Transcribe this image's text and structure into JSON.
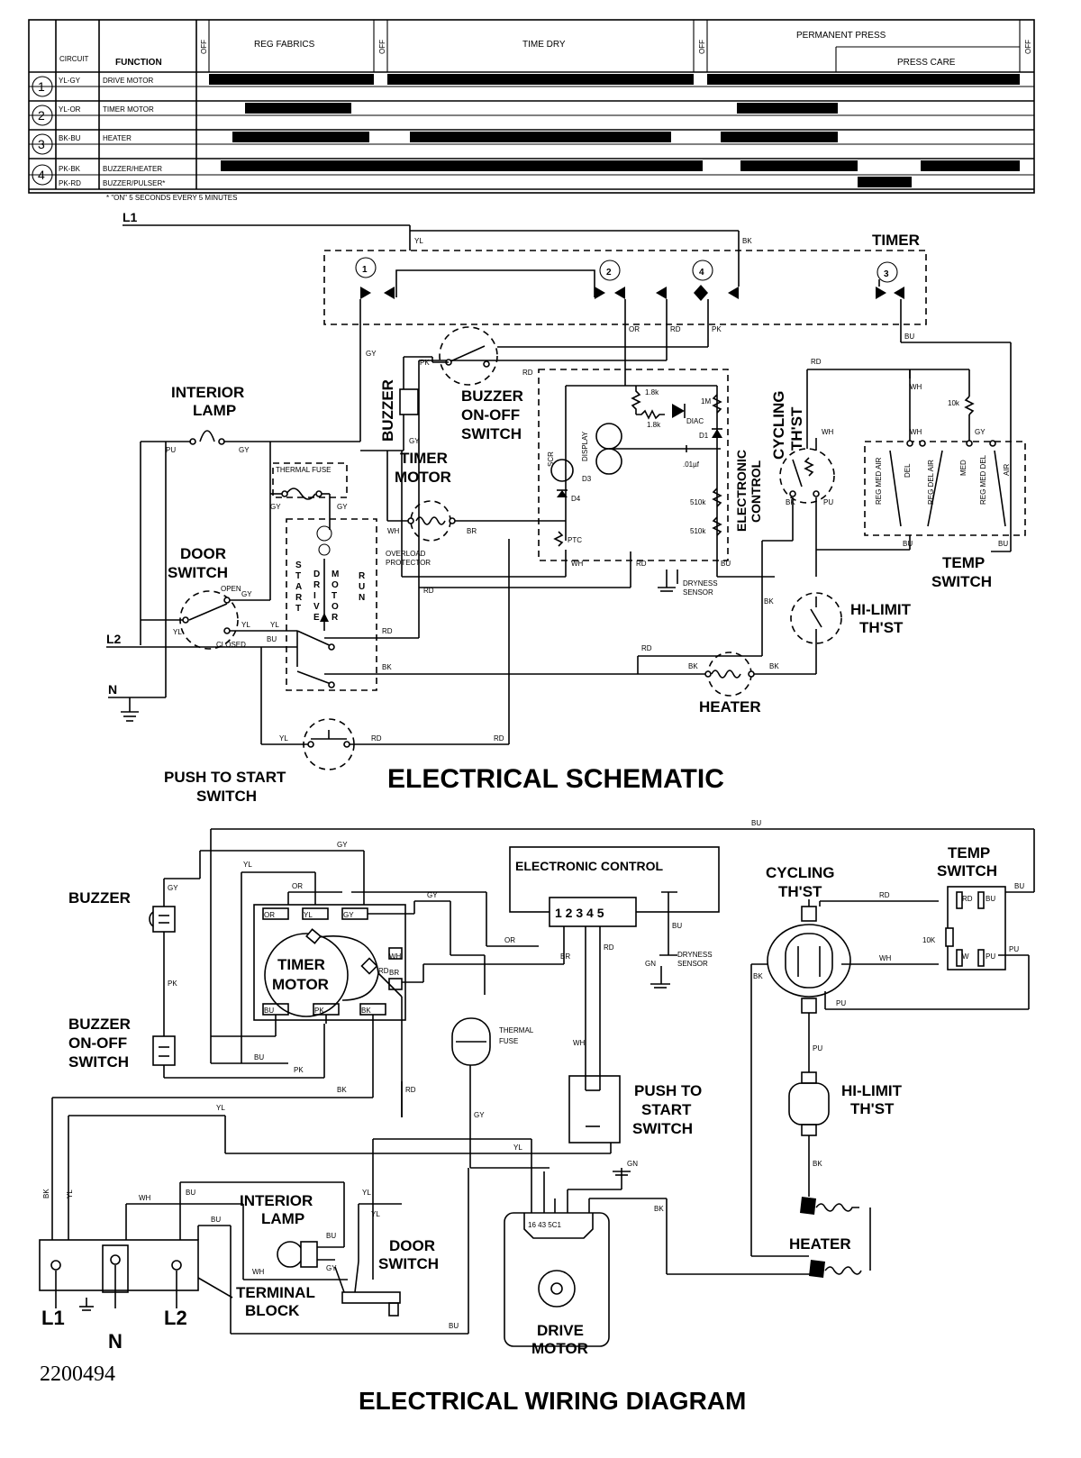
{
  "cycle_chart": {
    "col_circuit": "CIRCUIT",
    "col_function": "FUNCTION",
    "off_label": "OFF",
    "cycles": [
      "REG FABRICS",
      "TIME DRY",
      "PERMANENT PRESS",
      "PRESS CARE"
    ],
    "rows": [
      {
        "num": "1",
        "circuit": "YL-GY",
        "function": "DRIVE MOTOR"
      },
      {
        "num": "2",
        "circuit": "YL-OR",
        "function": "TIMER MOTOR"
      },
      {
        "num": "3",
        "circuit": "BK-BU",
        "function": "HEATER"
      },
      {
        "num": "4",
        "circuit": "PK-BK",
        "function": "BUZZER/HEATER"
      },
      {
        "num": "",
        "circuit": "PK-RD",
        "function": "BUZZER/PULSER*"
      }
    ],
    "footnote": "* \"ON\" 5 SECONDS EVERY 5 MINUTES"
  },
  "schematic": {
    "title": "ELECTRICAL SCHEMATIC",
    "l1": "L1",
    "l2": "L2",
    "n": "N",
    "timer": "TIMER",
    "terminal_nums": [
      "1",
      "2",
      "4",
      "3"
    ],
    "interior_lamp": "INTERIOR\nLAMP",
    "buzzer": "BUZZER",
    "buzzer_switch": "BUZZER\nON-OFF\nSWITCH",
    "thermal_fuse": "THERMAL FUSE",
    "timer_motor": "TIMER\nMOTOR",
    "door_switch": "DOOR\nSWITCH",
    "open": "OPEN",
    "closed": "CLOSED",
    "overload_protector": "OVERLOAD\nPROTECTOR",
    "start": "START",
    "drive_motor": "DRIVE MOTOR",
    "run": "RUN",
    "push_to_start": "PUSH TO START\nSWITCH",
    "heater": "HEATER",
    "hi_limit": "HI-LIMIT\nTH'ST",
    "cycling": "CYCLING\nTH'ST",
    "temp_switch": "TEMP\nSWITCH",
    "electronic_control": "ELECTRONIC\nCONTROL",
    "dryness_sensor": "DRYNESS\nSENSOR",
    "components": {
      "r1": "1.8k",
      "r2": "1.8k",
      "r3": "1M",
      "diac": "DIAC",
      "d1": "D1",
      "cap": ".01µf",
      "r4": "510k",
      "r5": "510k",
      "scr": "SCR",
      "display": "DISPLAY",
      "d3": "D3",
      "d4": "D4",
      "ptc": "PTC",
      "r10k": "10k"
    },
    "temp_settings": [
      "REG MED AIR",
      "DEL",
      "REG DEL AIR",
      "MED",
      "REG MED DEL",
      "AIR"
    ],
    "wire_labels": [
      "YL",
      "BK",
      "GY",
      "PK",
      "OR",
      "RD",
      "RD",
      "PK",
      "BU",
      "RD",
      "WH",
      "WH",
      "RD",
      "GY",
      "BR",
      "WH",
      "RD",
      "BU",
      "PU",
      "BK",
      "PU",
      "BU",
      "BU",
      "GY",
      "GY",
      "GY",
      "GY",
      "WH",
      "YL",
      "YL",
      "BU",
      "RD",
      "BK",
      "RD",
      "BK",
      "BK",
      "BK",
      "BK",
      "YL",
      "RD",
      "RD"
    ]
  },
  "wiring": {
    "title": "ELECTRICAL WIRING DIAGRAM",
    "part_number": "2200494",
    "buzzer": "BUZZER",
    "buzzer_switch": "BUZZER\nON-OFF\nSWITCH",
    "timer_motor": "TIMER\nMOTOR",
    "electronic_control": "ELECTRONIC CONTROL",
    "control_pins": "1 2 3 4 5",
    "dryness_sensor": "DRYNESS\nSENSOR",
    "thermal_fuse": "THERMAL\nFUSE",
    "push_to_start": "PUSH TO\nSTART\nSWITCH",
    "cycling": "CYCLING\nTH'ST",
    "temp_switch": "TEMP\nSWITCH",
    "hi_limit": "HI-LIMIT\nTH'ST",
    "heater": "HEATER",
    "interior_lamp": "INTERIOR\nLAMP",
    "door_switch": "DOOR\nSWITCH",
    "terminal_block": "TERMINAL\nBLOCK",
    "drive_motor": "DRIVE\nMOTOR",
    "l1": "L1",
    "n": "N",
    "l2": "L2",
    "r10k": "10K",
    "gn": "GN",
    "motor_pins": "16 43 5C1",
    "timer_pins": [
      "OR",
      "YL",
      "GY",
      "WH",
      "BR",
      "RD",
      "BU",
      "PK",
      "BK"
    ],
    "temp_pins": [
      "RD",
      "BU",
      "W",
      "PU"
    ],
    "wire_labels": [
      "BU",
      "GY",
      "OR",
      "YL",
      "GY",
      "GY",
      "BU",
      "OR",
      "BR",
      "RD",
      "BU",
      "GN",
      "RD",
      "WH",
      "PU",
      "BK",
      "PU",
      "PU",
      "BK",
      "PK",
      "BU",
      "PK",
      "BK",
      "YL",
      "RD",
      "RD",
      "WH",
      "GY",
      "YL",
      "GN",
      "BU",
      "BK",
      "YL",
      "WH",
      "BU",
      "BU",
      "YL",
      "GY",
      "WH",
      "BU",
      "BK"
    ]
  }
}
